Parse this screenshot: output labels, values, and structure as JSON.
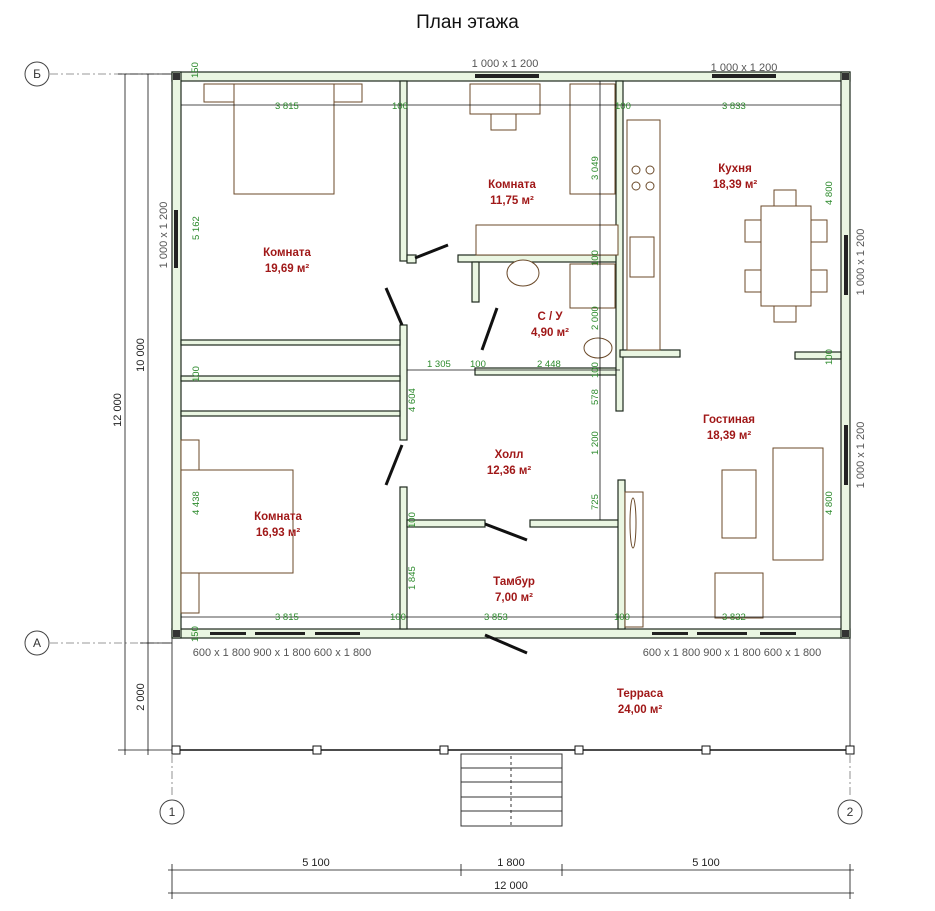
{
  "title": "План этажа",
  "axes": {
    "b": "Б",
    "a": "А",
    "one": "1",
    "two": "2"
  },
  "rooms": [
    {
      "name": "Комната",
      "area": "19,69 м²"
    },
    {
      "name": "Комната",
      "area": "11,75 м²"
    },
    {
      "name": "Кухня",
      "area": "18,39 м²"
    },
    {
      "name": "С / У",
      "area": "4,90 м²"
    },
    {
      "name": "Холл",
      "area": "12,36 м²"
    },
    {
      "name": "Гостиная",
      "area": "18,39 м²"
    },
    {
      "name": "Комната",
      "area": "16,93 м²"
    },
    {
      "name": "Тамбур",
      "area": "7,00 м²"
    },
    {
      "name": "Терраса",
      "area": "24,00 м²"
    }
  ],
  "windows": {
    "top_mid": "1 000 x 1 200",
    "top_right": "1 000 x 1 200",
    "left": "1 000 x 1 200",
    "right_top": "1 000 x 1 200",
    "right_bottom": "1 000 x 1 200",
    "bottom_left": "600 x 1 800  900 x 1 800  600 x 1 800",
    "bottom_right": "600 x 1 800  900 x 1 800  600 x 1 800"
  },
  "dims": {
    "d150a": "150",
    "d3815a": "3 815",
    "d100a": "100",
    "d100b": "100",
    "d3833": "3 833",
    "d5162": "5 162",
    "d3049": "3 049",
    "d4800a": "4 800",
    "d100c": "100",
    "d2000": "2 000",
    "d1305": "1 305",
    "d100d": "100",
    "d2448": "2 448",
    "d578": "578",
    "d100e": "100",
    "d100f": "100",
    "d4604": "4 604",
    "d1200": "1 200",
    "d725": "725",
    "d100g": "100",
    "d4800b": "4 800",
    "d100h": "100",
    "d4438": "4 438",
    "d1845": "1 845",
    "d100i": "100",
    "d3815b": "3 815",
    "d100j": "100",
    "d3853": "3 853",
    "d100k": "100",
    "d3832": "3 832",
    "d150b": "150",
    "d100l": "100"
  },
  "outer_dims": {
    "left_total": "12 000",
    "left_house": "10 000",
    "left_terrace": "2 000",
    "bottom_a": "5 100",
    "bottom_b": "1 800",
    "bottom_c": "5 100",
    "bottom_total": "12 000"
  }
}
